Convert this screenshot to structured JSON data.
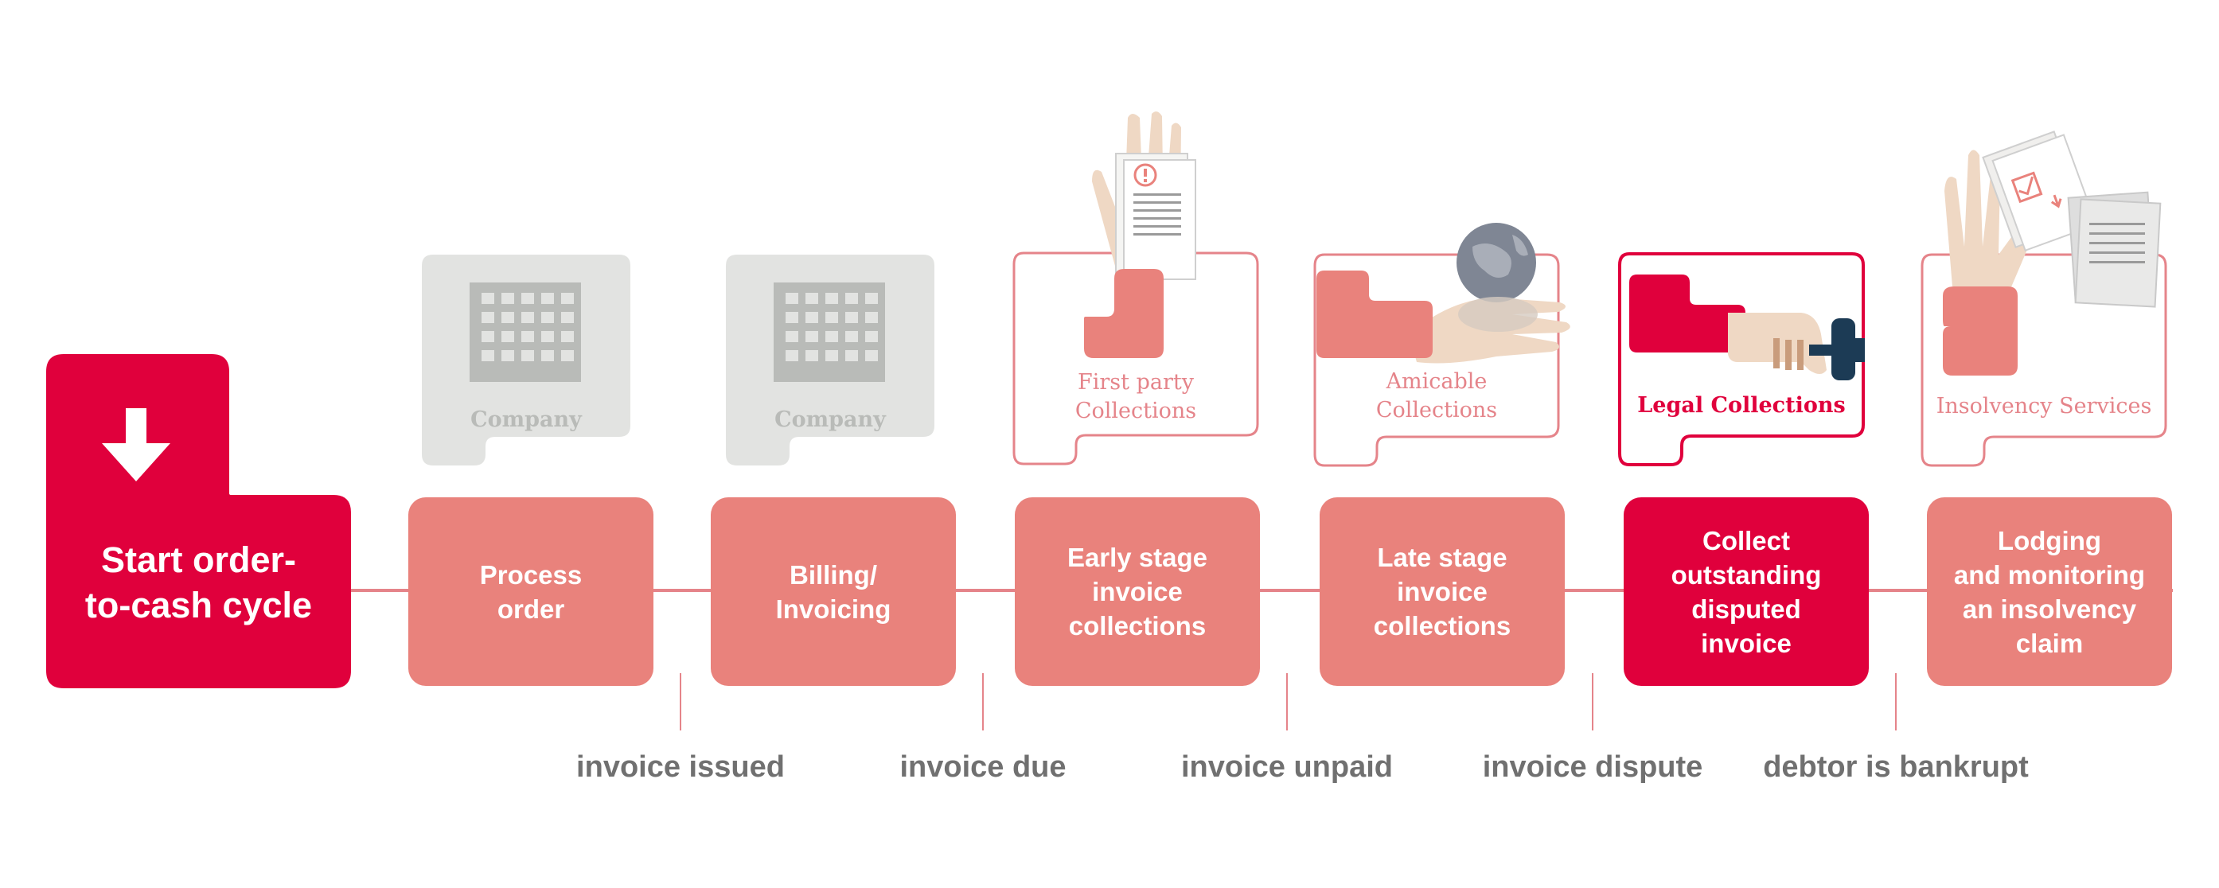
{
  "start": {
    "label": "Start order-\nto-cash cycle"
  },
  "steps": [
    {
      "label": "Process\norder"
    },
    {
      "label": "Billing/\nInvoicing"
    },
    {
      "label": "Early stage\ninvoice\ncollections"
    },
    {
      "label": "Late stage\ninvoice\ncollections"
    },
    {
      "label": "Collect\noutstanding\ndisputed\ninvoice"
    },
    {
      "label": "Lodging\nand monitoring\nan insolvency\nclaim"
    }
  ],
  "events": [
    {
      "label": "invoice issued"
    },
    {
      "label": "invoice due"
    },
    {
      "label": "invoice unpaid"
    },
    {
      "label": "invoice dispute"
    },
    {
      "label": "debtor is bankrupt"
    }
  ],
  "companies": [
    {
      "label": "Company"
    },
    {
      "label": "Company"
    }
  ],
  "services": [
    {
      "label": "First party\nCollections"
    },
    {
      "label": "Amicable\nCollections"
    },
    {
      "label": "Legal Collections"
    },
    {
      "label": "Insolvency Services"
    }
  ],
  "colors": {
    "brand_red": "#e0003c",
    "salmon": "#e9827c",
    "grey_card": "#e2e3e1",
    "grey_text": "#707070",
    "skin": "#efd8c4",
    "navy": "#1c3b55"
  },
  "icons": [
    "down-arrow-icon",
    "building-icon",
    "hand-document-icon",
    "globe-hand-icon",
    "gavel-hand-icon",
    "hand-papers-icon"
  ]
}
